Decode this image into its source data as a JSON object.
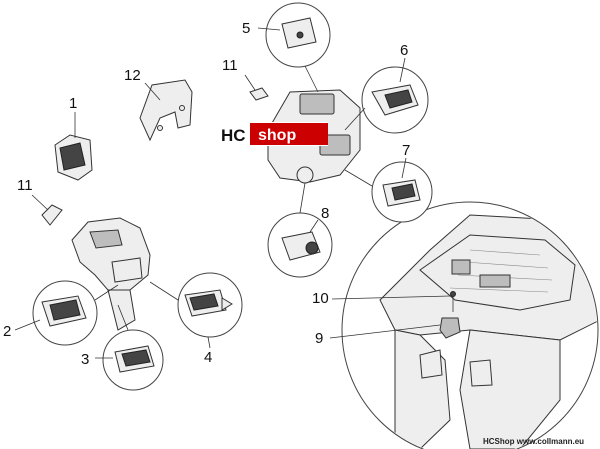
{
  "logo": {
    "hc": "HC",
    "shop": "shop",
    "brand_color": "#cc0000"
  },
  "footer": {
    "text": "HCShop www.collmann.eu"
  },
  "callouts": [
    {
      "id": "c1",
      "label": "1"
    },
    {
      "id": "c2",
      "label": "2"
    },
    {
      "id": "c3",
      "label": "3"
    },
    {
      "id": "c4",
      "label": "4"
    },
    {
      "id": "c5",
      "label": "5"
    },
    {
      "id": "c6",
      "label": "6"
    },
    {
      "id": "c7",
      "label": "7"
    },
    {
      "id": "c8",
      "label": "8"
    },
    {
      "id": "c9",
      "label": "9"
    },
    {
      "id": "c10",
      "label": "10"
    },
    {
      "id": "c11a",
      "label": "11"
    },
    {
      "id": "c11b",
      "label": "11"
    },
    {
      "id": "c12",
      "label": "12"
    }
  ]
}
